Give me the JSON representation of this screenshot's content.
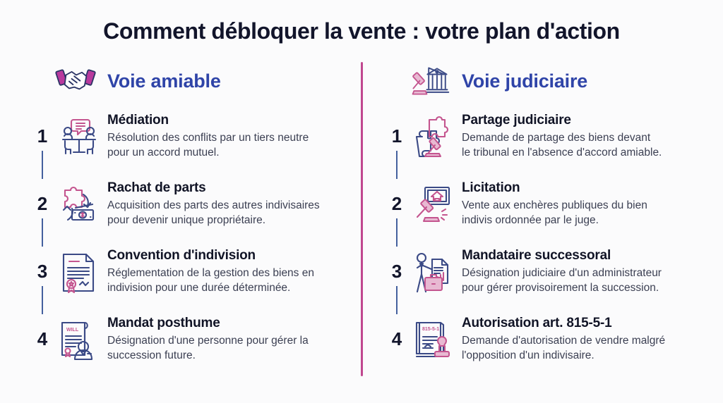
{
  "page": {
    "title": "Comment débloquer la vente : votre plan d'action",
    "background_color": "#fbfbfc",
    "divider_color": "#c0478f",
    "heading_color": "#2f44a8",
    "title_color": "#12152b",
    "body_text_color": "#3b3f52",
    "connector_color": "#44609e"
  },
  "columns": [
    {
      "id": "voie-amiable",
      "heading": "Voie amiable",
      "icon": "handshake-icon",
      "steps": [
        {
          "number": "1",
          "title": "Médiation",
          "description": "Résolution des conflits par un tiers neutre\npour un accord mutuel.",
          "icon": "mediation-table-icon"
        },
        {
          "number": "2",
          "title": "Rachat de parts",
          "description": "Acquisition des parts des autres indivisaires\npour devenir unique propriétaire.",
          "icon": "puzzle-money-exchange-icon"
        },
        {
          "number": "3",
          "title": "Convention d'indivision",
          "description": "Réglementation de la gestion des biens en\nindivision pour une durée déterminée.",
          "icon": "certificate-document-icon"
        },
        {
          "number": "4",
          "title": "Mandat posthume",
          "description": "Désignation d'une personne pour gérer la\nsuccession future.",
          "icon": "will-document-person-icon",
          "icon_label": "WILL"
        }
      ]
    },
    {
      "id": "voie-judiciaire",
      "heading": "Voie judiciaire",
      "icon": "courthouse-gavel-icon",
      "steps": [
        {
          "number": "1",
          "title": "Partage judiciaire",
          "description": "Demande de partage des biens devant\nle tribunal en l'absence d'accord amiable.",
          "icon": "puzzle-gavel-icon"
        },
        {
          "number": "2",
          "title": "Licitation",
          "description": "Vente aux enchères publiques du bien\nindivis ordonnée par le juge.",
          "icon": "gavel-house-auction-icon"
        },
        {
          "number": "3",
          "title": "Mandataire successoral",
          "description": "Désignation judiciaire d'un administrateur\npour gérer provisoirement la succession.",
          "icon": "administrator-briefcase-icon"
        },
        {
          "number": "4",
          "title": "Autorisation art. 815-5-1",
          "description": "Demande d'autorisation de vendre malgré\nl'opposition d'un indivisaire.",
          "icon": "law-book-stamp-icon",
          "icon_label": "815-5-1"
        }
      ]
    }
  ]
}
